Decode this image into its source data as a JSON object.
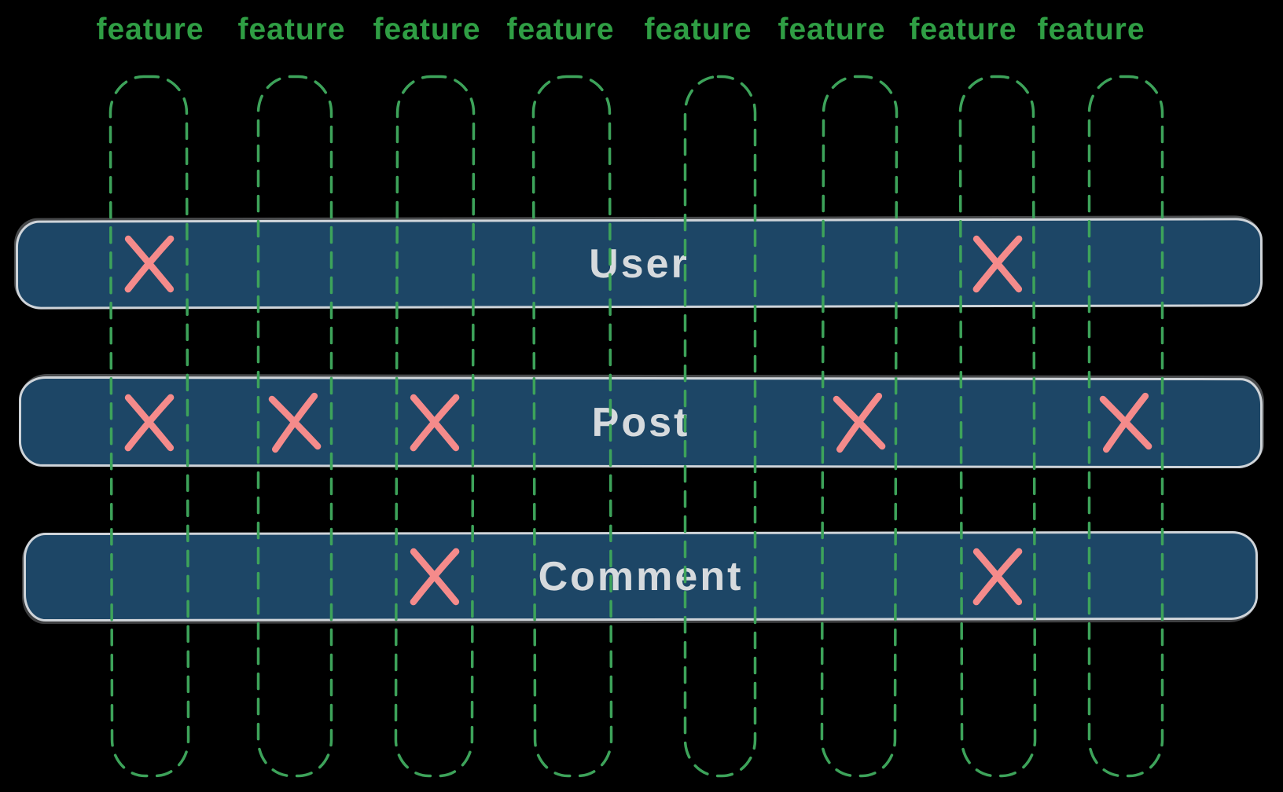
{
  "diagram": {
    "description": "hand-drawn feature-to-entity matrix",
    "features": [
      {
        "label": "feature"
      },
      {
        "label": "feature"
      },
      {
        "label": "feature"
      },
      {
        "label": "feature"
      },
      {
        "label": "feature"
      },
      {
        "label": "feature"
      },
      {
        "label": "feature"
      },
      {
        "label": "feature"
      }
    ],
    "rows": [
      {
        "label": "User",
        "marked_features": [
          0,
          6
        ]
      },
      {
        "label": "Post",
        "marked_features": [
          0,
          1,
          2,
          5,
          7
        ]
      },
      {
        "label": "Comment",
        "marked_features": [
          2,
          6
        ]
      }
    ],
    "colors": {
      "background": "#000000",
      "feature_text_green": "#2f9e44",
      "column_dash_green": "#3da35a",
      "bar_fill_navy": "#1d4666",
      "bar_outline_gray": "#cfd4d9",
      "row_label_gray": "#d6dadd",
      "x_mark_salmon": "#f58b8b"
    }
  }
}
